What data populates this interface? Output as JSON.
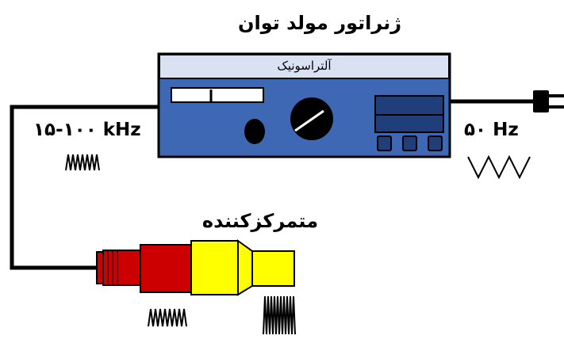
{
  "generator": {
    "title": "ژنراتور مولد توان",
    "panel_label": "آلتراسونیک"
  },
  "output": {
    "frequency": "۱۵-۱۰۰ kHz"
  },
  "input": {
    "frequency": "۵۰ Hz"
  },
  "transducer": {
    "title": "متمرکزکننده"
  },
  "colors": {
    "generator_body": "#3F68B4",
    "generator_top": "#D9E1F2",
    "display": "#1F3E7A",
    "transducer_red": "#CC0000",
    "transducer_yellow": "#FFFF00",
    "wire": "#000000"
  },
  "icons": {
    "knob": "rotary-knob-icon",
    "plug": "power-plug-icon",
    "wave": "sine-wave-icon"
  }
}
